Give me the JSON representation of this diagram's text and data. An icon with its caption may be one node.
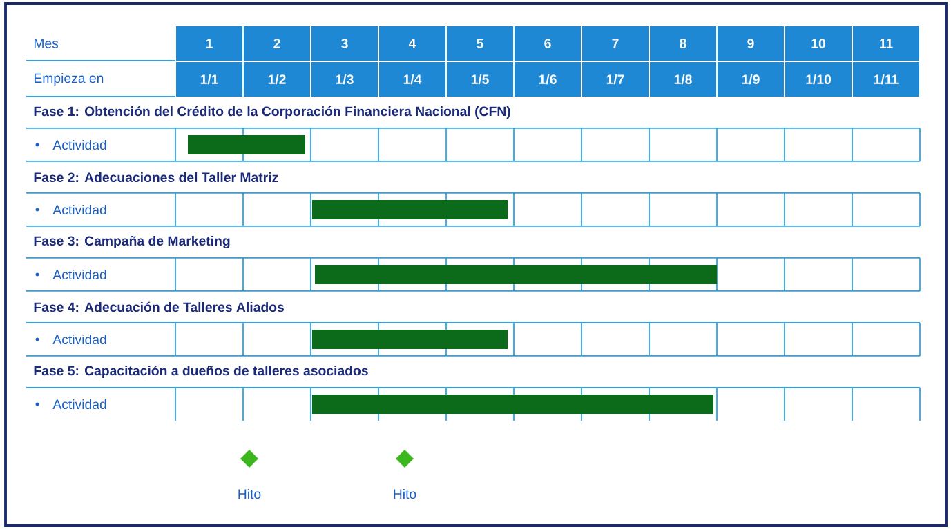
{
  "diagram": {
    "nodes": [
      {
        "text": [],
        "shape": "bar"
      },
      {
        "text": [],
        "shape": "bar"
      },
      {
        "text": [],
        "shape": "bar"
      },
      {
        "text": [],
        "shape": "bar"
      },
      {
        "text": [],
        "shape": "bar"
      }
    ],
    "labels": [
      "Mes",
      "1",
      "2",
      "3",
      "4",
      "5",
      "6",
      "7",
      "8",
      "9",
      "10",
      "11",
      "Empieza en",
      "1/1",
      "1/2",
      "1/3",
      "1/4",
      "1/5",
      "1/6",
      "1/7",
      "1/8",
      "1/9",
      "1/10",
      "1/11",
      "Fase 1:  Obtención del Crédito de la Corporación Financiera Nacional (CFN)",
      "Actividad",
      "Fase 2:  Adecuaciones del Taller Matriz",
      "Actividad",
      "Fase 3: Campaña de Marketing",
      "Actividad",
      "Fase 4:  Adecuación de Talleres Aliados",
      "Actividad",
      "Fase 5:  Capacitación  a dueños de talleres asociados",
      "Actividad",
      "Hito",
      "Hito"
    ]
  }
}
